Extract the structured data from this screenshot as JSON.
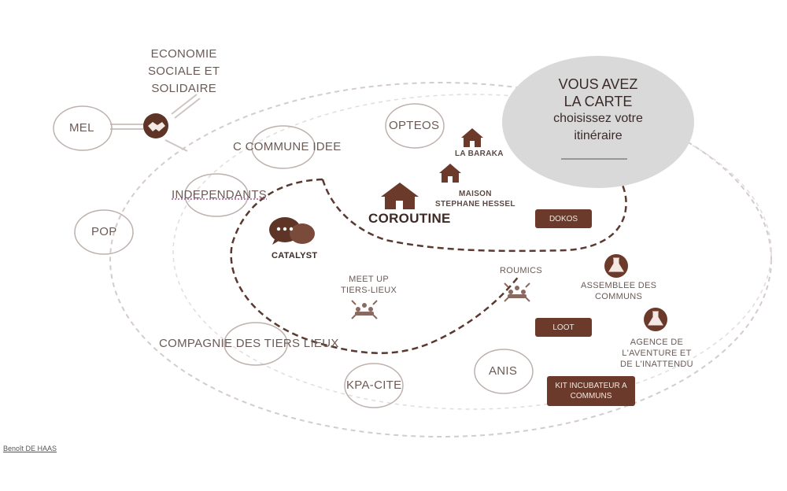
{
  "labels": {
    "ess": [
      "ECONOMIE",
      "SOCIALE ET",
      "SOLIDAIRE"
    ],
    "mel": "MEL",
    "pop": "POP",
    "opteos": "OPTEOS",
    "c_commune_idee": "C COMMUNE IDEE",
    "independants": "INDEPENDANTS",
    "la_baraka": "LA BARAKA",
    "maison_hessel": [
      "MAISON",
      "STEPHANE HESSEL"
    ],
    "coroutine": "COROUTINE",
    "catalyst": "CATALYST",
    "meetup": [
      "MEET UP",
      "TIERS-LIEUX"
    ],
    "roumics": "ROUMICS",
    "assemblee": [
      "ASSEMBLEE DES",
      "COMMUNS"
    ],
    "agence": [
      "AGENCE DE",
      "L'AVENTURE ET",
      "DE L'INATTENDU"
    ],
    "compagnie": "COMPAGNIE DES TIERS LIEUX",
    "kpa_cite": "KPA-CITE",
    "anis": "ANIS"
  },
  "buttons": {
    "dokos": "DOKOS",
    "loot": "LOOT",
    "kit": [
      "KIT INCUBATEUR A",
      "COMMUNS"
    ]
  },
  "callout": {
    "line1": "VOUS AVEZ",
    "line2": "LA CARTE",
    "line3": "choisissez votre",
    "line4": "itinéraire"
  },
  "credit": "Benoît DE HAAS",
  "colors": {
    "accent": "#6b3a2a",
    "outline": "#b8aaa6",
    "callout_fill": "#d9d9d9",
    "path": "#5a3a30"
  },
  "icons": [
    "handshake-icon",
    "chat-bubbles-icon",
    "house-icon",
    "people-network-icon",
    "flask-icon"
  ]
}
